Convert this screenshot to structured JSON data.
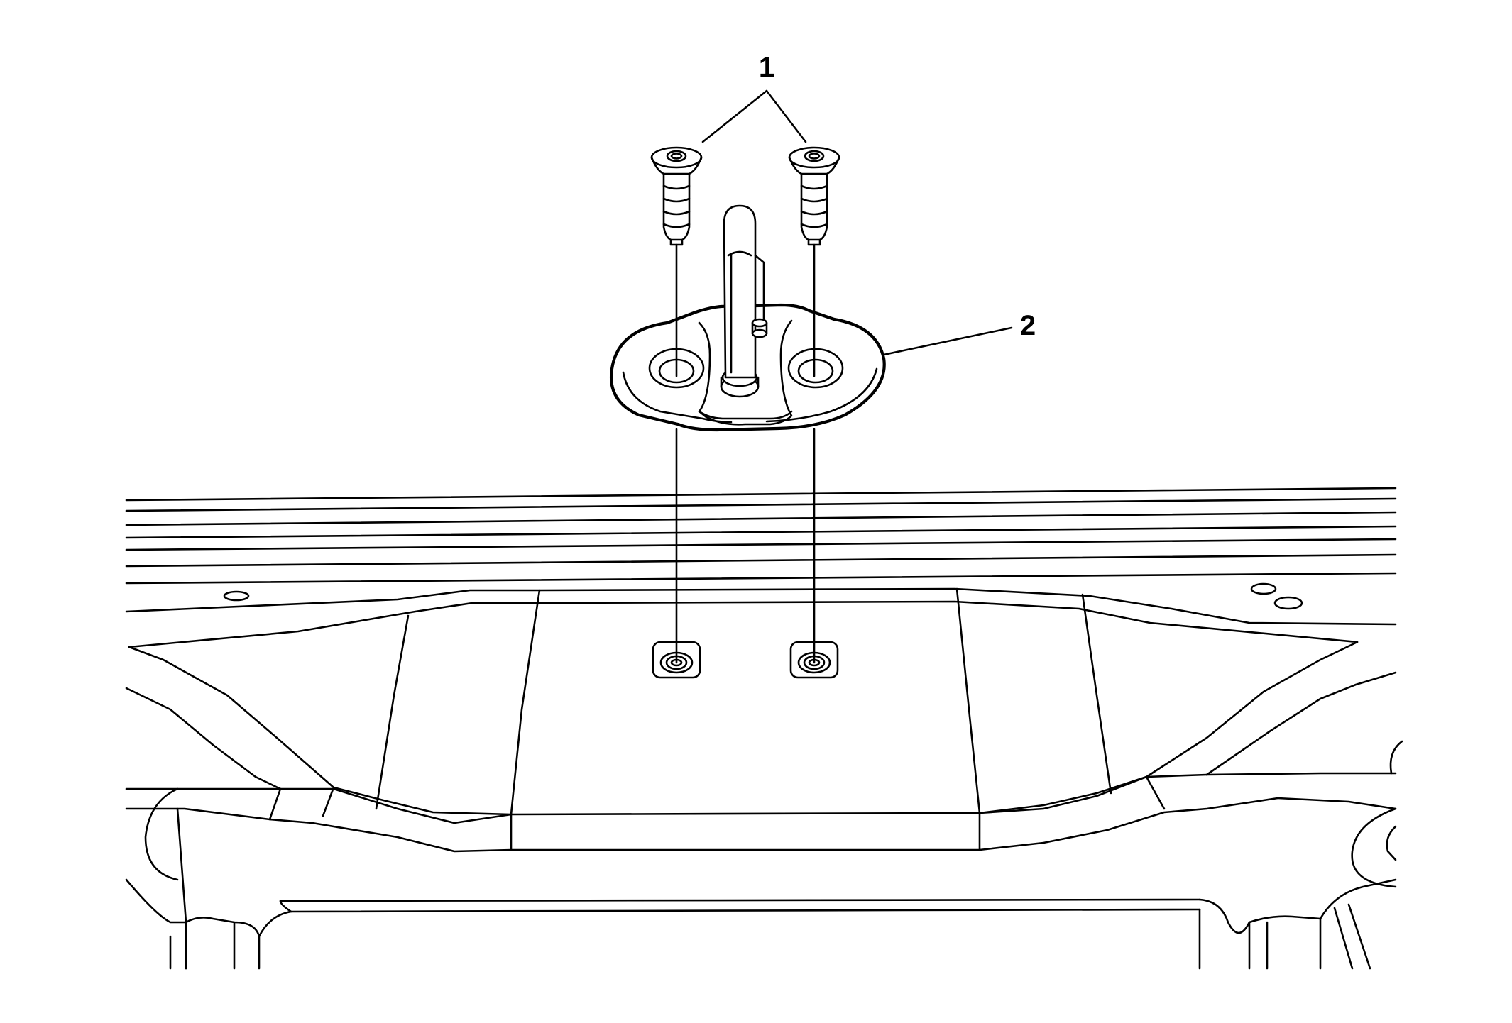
{
  "diagram": {
    "callouts": [
      {
        "id": "1",
        "label": "1"
      },
      {
        "id": "2",
        "label": "2"
      }
    ],
    "colors": {
      "ink": "#000000",
      "paper": "#ffffff"
    }
  }
}
